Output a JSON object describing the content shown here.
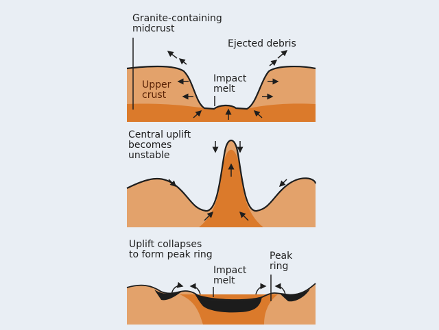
{
  "colors": {
    "background": "#e9eef4",
    "upper_crust": "#e3a26b",
    "midcrust": "#db7a2b",
    "melt": "#1c1c1c",
    "line": "#1e1e1e"
  },
  "panel1": {
    "granite_label": "Granite-containing\nmidcrust",
    "ejecta_label": "Ejected debris",
    "upper_crust_label": "Upper\ncrust",
    "melt_label": "Impact\nmelt"
  },
  "panel2": {
    "title": "Central uplift\nbecomes\nunstable"
  },
  "panel3": {
    "title": "Uplift collapses\nto form peak ring",
    "melt_label": "Impact\nmelt",
    "peak_ring_label": "Peak\nring"
  }
}
